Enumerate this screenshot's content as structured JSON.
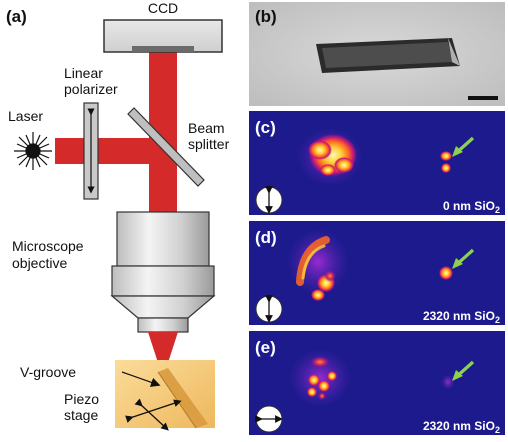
{
  "panel_labels": {
    "a": "(a)",
    "b": "(b)",
    "c": "(c)",
    "d": "(d)",
    "e": "(e)"
  },
  "setup_labels": {
    "ccd": "CCD",
    "linear_polarizer": [
      "Linear",
      "polarizer"
    ],
    "laser": "Laser",
    "beam_splitter": [
      "Beam",
      "splitter"
    ],
    "microscope_objective": [
      "Microscope",
      "objective"
    ],
    "v_groove": "V-groove",
    "piezo_stage": [
      "Piezo",
      "stage"
    ]
  },
  "image_panels": [
    {
      "id": "c",
      "thickness_prefix": "0 nm SiO",
      "subscript": "2",
      "polarization": "vertical"
    },
    {
      "id": "d",
      "thickness_prefix": "2320 nm SiO",
      "subscript": "2",
      "polarization": "vertical"
    },
    {
      "id": "e",
      "thickness_prefix": "2320 nm SiO",
      "subscript": "2",
      "polarization": "horizontal"
    }
  ],
  "colors": {
    "beam_red": "#d42a2a",
    "arrow_green": "#8ed14c",
    "dark_field_bg": "#1c1a8c",
    "stage_wood": "#f3c87a"
  }
}
